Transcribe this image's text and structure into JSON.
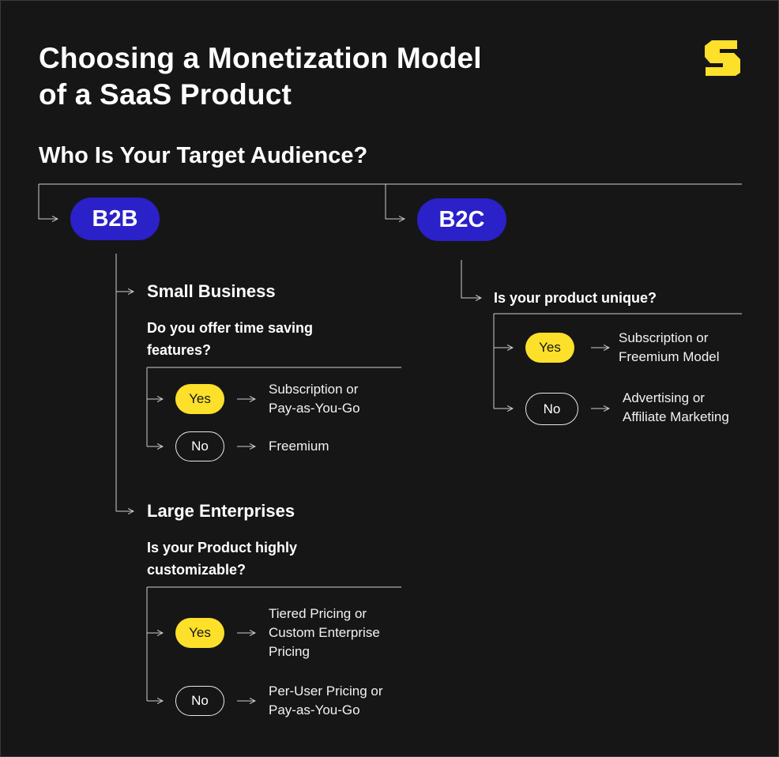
{
  "title_line1": "Choosing a Monetization Model",
  "title_line2": "of a SaaS Product",
  "subtitle": "Who Is Your Target Audience?",
  "brand_color": "#fde02a",
  "accent_color": "#2b21c9",
  "b2b": {
    "label": "B2B",
    "small": {
      "heading": "Small Business",
      "question": "Do you offer time saving features?",
      "yes_label": "Yes",
      "yes_result": "Subscription or\nPay-as-You-Go",
      "no_label": "No",
      "no_result": "Freemium"
    },
    "large": {
      "heading": "Large Enterprises",
      "question": "Is your Product highly customizable?",
      "yes_label": "Yes",
      "yes_result": "Tiered Pricing or\nCustom Enterprise\nPricing",
      "no_label": "No",
      "no_result": "Per-User Pricing or\nPay-as-You-Go"
    }
  },
  "b2c": {
    "label": "B2C",
    "question": "Is your product unique?",
    "yes_label": "Yes",
    "yes_result": "Subscription or\nFreemium Model",
    "no_label": "No",
    "no_result": "Advertising or\nAffiliate Marketing"
  }
}
